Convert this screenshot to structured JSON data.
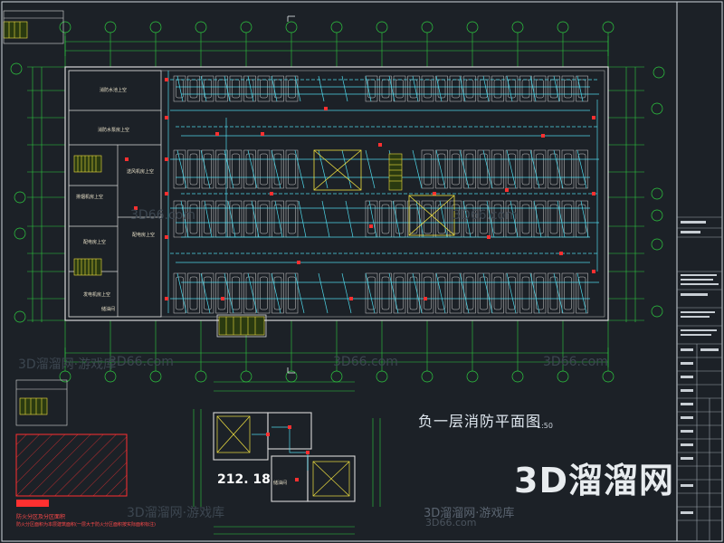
{
  "drawing": {
    "title": "负一层消防平面图",
    "scale": "1:50",
    "area_label": "212. 18",
    "rooms": {
      "r1": "消防水池上空",
      "r2": "消防水泵房上空",
      "r3": "送风机房上空",
      "r4": "排烟机房上空",
      "r5": "配电房上空",
      "r6": "发电机房上空",
      "r7": "储油间",
      "r8": "排烟机房上空",
      "r9": "送风机房上空"
    },
    "zone_labels": {
      "z1": "防火分区",
      "z2": "防火分区"
    },
    "legend_line1": "防火分区及分区面积",
    "legend_line2": "防火分区面积为本层建筑面积(一层大于防火分区面积按实际面积标注)"
  },
  "watermark": {
    "brand": "3D溜溜网",
    "site": "3D溜溜网·游戏库",
    "url": "3D66.com"
  },
  "colors": {
    "background": "#1c2127",
    "walls": "#d8d8d8",
    "axis_lines": "#2ecc40",
    "pipes": "#4fd6e8",
    "marks": "#ff3030",
    "hatch": "#ff3030",
    "stairs": "#f0e040"
  }
}
